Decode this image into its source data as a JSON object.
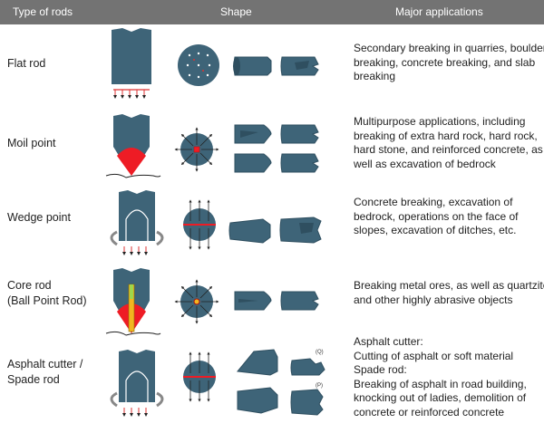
{
  "header": {
    "col1": "Type of rods",
    "col2": "Shape",
    "col3": "Major applications"
  },
  "colors": {
    "header_bg": "#737373",
    "rod": "#3e6478",
    "rod_dark": "#2f4f60",
    "impact": "#ee1c25",
    "core_insert": "#f2b61f"
  },
  "rows": [
    {
      "name": "Flat rod",
      "application": [
        "Secondary breaking in quarries, boulder",
        "breaking, concrete breaking, and slab",
        "breaking"
      ]
    },
    {
      "name": "Moil point",
      "application": [
        "Multipurpose applications, including",
        "breaking of extra hard rock, hard rock,",
        "hard stone, and reinforced concrete, as",
        "well as excavation of bedrock"
      ]
    },
    {
      "name": "Wedge point",
      "application": [
        "Concrete breaking, excavation of",
        "bedrock, operations on the face of",
        "slopes, excavation of ditches, etc."
      ]
    },
    {
      "name": "Core rod\n(Ball Point Rod)",
      "application": [
        "Breaking metal ores, as well as quartzite",
        "and other highly abrasive objects"
      ]
    },
    {
      "name": "Asphalt cutter /\nSpade rod",
      "application": [
        "Asphalt cutter:",
        "Cutting of asphalt or soft material",
        "Spade rod:",
        "Breaking of asphalt in road building,",
        "knocking out of ladies, demolition of",
        "concrete or reinforced concrete"
      ],
      "tag_q": "(Q)",
      "tag_p": "(P)"
    }
  ]
}
